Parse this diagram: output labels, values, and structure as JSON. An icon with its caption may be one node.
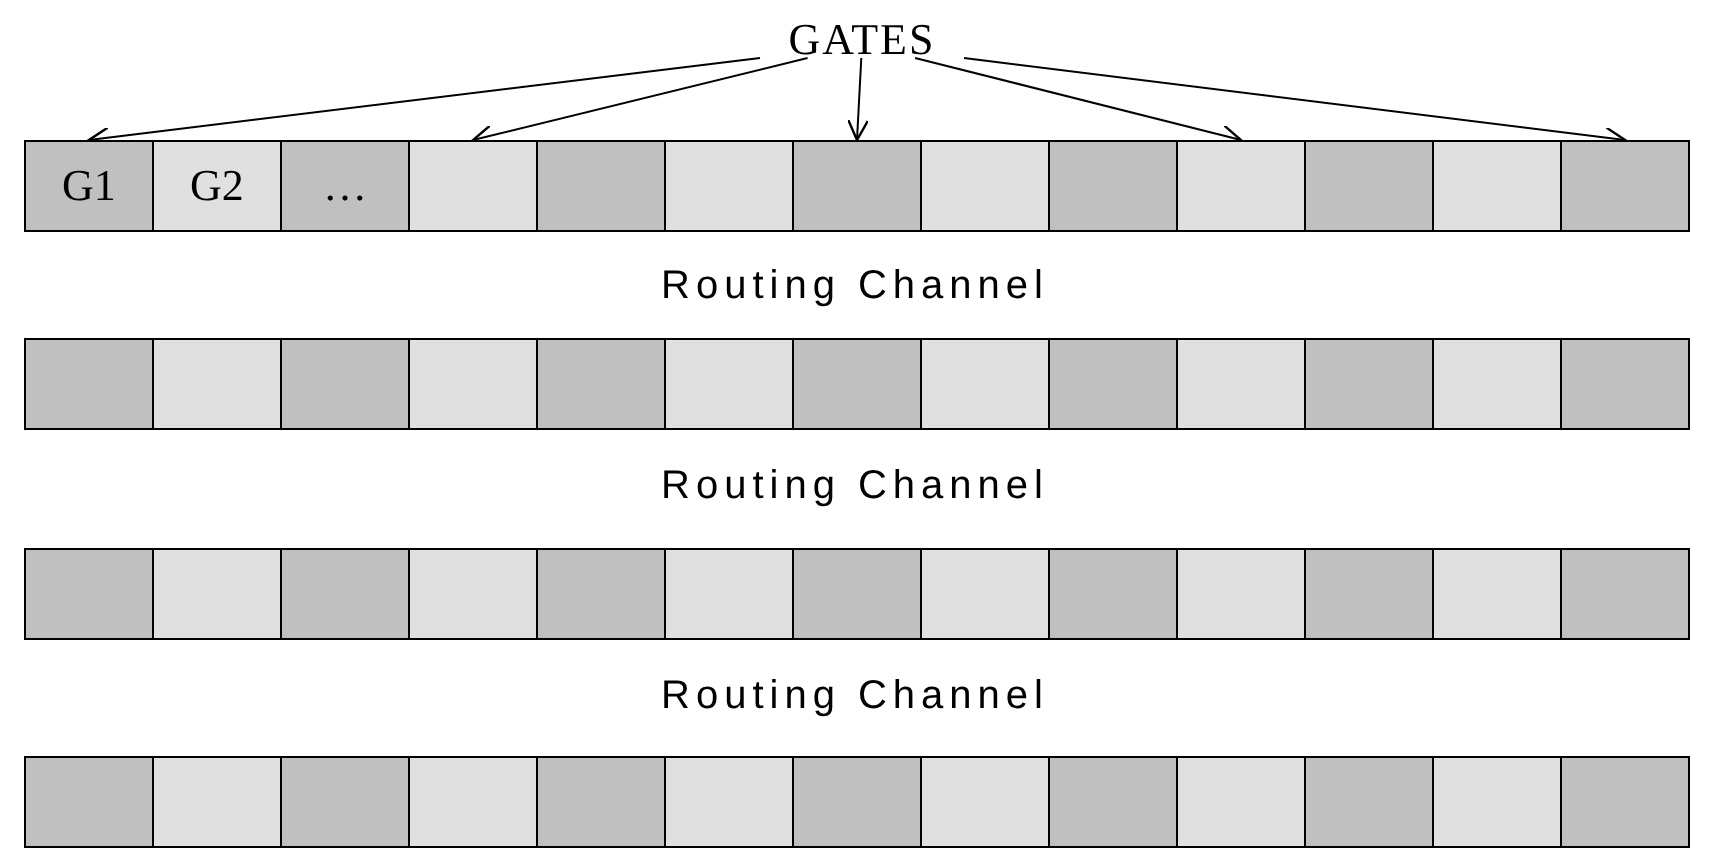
{
  "diagram": {
    "nodes": [
      {
        "text": [
          "GATES"
        ]
      },
      {
        "text": [
          "G1"
        ]
      },
      {
        "text": [
          "G2"
        ]
      },
      {
        "text": [
          "…"
        ]
      },
      {
        "text": [],
        "shape": "box"
      },
      {
        "text": [],
        "shape": "box"
      },
      {
        "text": [],
        "shape": "box"
      },
      {
        "text": [],
        "shape": "box"
      },
      {
        "text": [],
        "shape": "box"
      },
      {
        "text": [],
        "shape": "box"
      },
      {
        "text": [],
        "shape": "box"
      },
      {
        "text": [],
        "shape": "box"
      },
      {
        "text": [],
        "shape": "box"
      },
      {
        "text": [],
        "shape": "box"
      },
      {
        "text": [],
        "shape": "box"
      },
      {
        "text": [],
        "shape": "box"
      },
      {
        "text": [],
        "shape": "box"
      },
      {
        "text": [],
        "shape": "box"
      },
      {
        "text": [],
        "shape": "box"
      },
      {
        "text": [],
        "shape": "box"
      },
      {
        "text": [],
        "shape": "box"
      },
      {
        "text": [],
        "shape": "box"
      },
      {
        "text": [],
        "shape": "box"
      },
      {
        "text": [],
        "shape": "box"
      },
      {
        "text": [],
        "shape": "box"
      },
      {
        "text": [],
        "shape": "box"
      },
      {
        "text": [],
        "shape": "box"
      },
      {
        "text": [],
        "shape": "box"
      },
      {
        "text": [],
        "shape": "box"
      },
      {
        "text": [],
        "shape": "box"
      },
      {
        "text": [],
        "shape": "box"
      },
      {
        "text": [],
        "shape": "box"
      },
      {
        "text": [],
        "shape": "box"
      },
      {
        "text": [],
        "shape": "box"
      },
      {
        "text": [],
        "shape": "box"
      },
      {
        "text": [],
        "shape": "box"
      },
      {
        "text": [],
        "shape": "box"
      },
      {
        "text": [],
        "shape": "box"
      },
      {
        "text": [],
        "shape": "box"
      },
      {
        "text": [],
        "shape": "box"
      },
      {
        "text": [],
        "shape": "box"
      },
      {
        "text": [],
        "shape": "box"
      },
      {
        "text": [],
        "shape": "box"
      },
      {
        "text": [],
        "shape": "box"
      },
      {
        "text": [],
        "shape": "box"
      },
      {
        "text": [],
        "shape": "box"
      },
      {
        "text": [],
        "shape": "box"
      },
      {
        "text": [],
        "shape": "box"
      },
      {
        "text": [],
        "shape": "box"
      },
      {
        "text": [],
        "shape": "box"
      },
      {
        "text": [],
        "shape": "box"
      },
      {
        "text": [],
        "shape": "box"
      },
      {
        "text": [],
        "shape": "box"
      }
    ],
    "edges": [
      {
        "from": 0,
        "to": 1,
        "arrow": "to"
      },
      {
        "from": 0,
        "to": 4,
        "arrow": "to"
      },
      {
        "from": 0,
        "to": 7,
        "arrow": "to"
      },
      {
        "from": 0,
        "to": 10,
        "arrow": "to"
      },
      {
        "from": 0,
        "to": 13,
        "arrow": "to"
      }
    ],
    "labels": [
      "Routing Channel",
      "Routing Channel",
      "Routing Channel"
    ]
  }
}
